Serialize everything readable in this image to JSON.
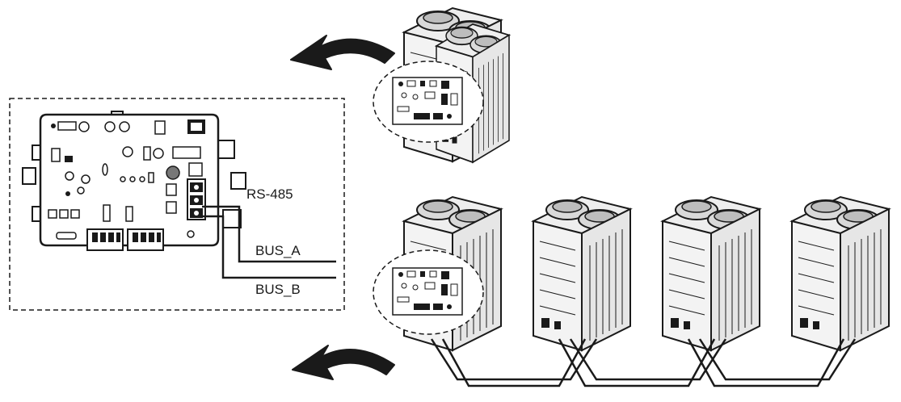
{
  "labels": {
    "rs485": "RS-485",
    "bus_a": "BUS_A",
    "bus_b": "BUS_B"
  },
  "outdoor_units": {
    "top_group_count": 1,
    "bottom_group_count": 4
  },
  "icons": {
    "arrow_top": "curved-arrow-left-icon",
    "arrow_bottom": "curved-arrow-left-icon"
  },
  "colors": {
    "ink": "#1a1a1a",
    "unit_fill": "#f3f3f3",
    "fan_fill": "#d9d9d9"
  }
}
